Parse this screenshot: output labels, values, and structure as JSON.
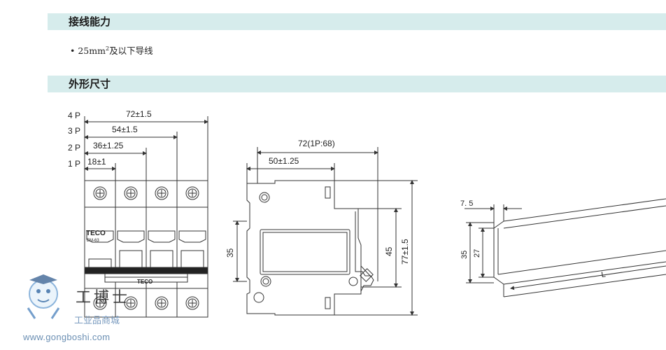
{
  "sections": {
    "wiring": {
      "title": "接线能力",
      "bullet": "• 25mm",
      "bullet_sup": "2",
      "bullet_rest": "及以下导线"
    },
    "dimensions": {
      "title": "外形尺寸"
    }
  },
  "front_view": {
    "poles": [
      "4 P",
      "3 P",
      "2 P",
      "1 P"
    ],
    "widths": [
      "72±1.5",
      "54±1.5",
      "36±1.25",
      "18±1"
    ],
    "brand": "TECO",
    "model": "BM-63",
    "bar_label": "TECO"
  },
  "side_view": {
    "overall_width": "72(1P:68)",
    "half_width": "50±1.25",
    "dim_35": "35",
    "dim_45": "45",
    "dim_77": "77±1.5"
  },
  "rail_view": {
    "dim_7_5": "7. 5",
    "dim_35": "35",
    "dim_27": "27",
    "length": "L"
  },
  "watermark": {
    "site": "www.gongboshi.com",
    "cn": "工业品商城",
    "logo_text": "工博士"
  },
  "colors": {
    "section_bar": "#d6ecec",
    "line": "#333333"
  }
}
